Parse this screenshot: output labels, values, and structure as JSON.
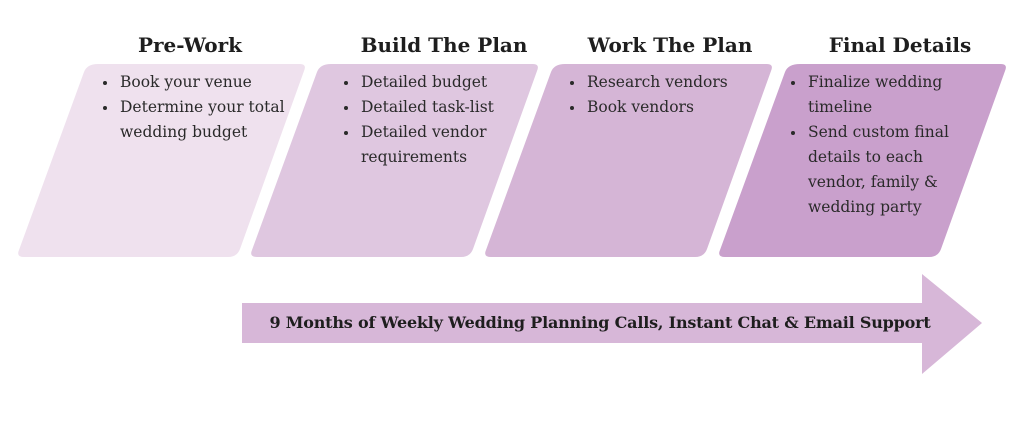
{
  "phases": [
    {
      "title": "Pre-Work",
      "color": "#efe1ee",
      "items": [
        "Book your venue",
        "Determine your total wedding budget"
      ]
    },
    {
      "title": "Build The Plan",
      "color": "#dfc7e0",
      "items": [
        "Detailed budget",
        "Detailed task-list",
        "Detailed vendor requirements"
      ]
    },
    {
      "title": "Work The Plan",
      "color": "#d5b5d6",
      "items": [
        "Research vendors",
        "Book vendors"
      ]
    },
    {
      "title": "Final Details",
      "color": "#c9a0cc",
      "items": [
        "Finalize wedding timeline",
        "Send custom final details to each vendor, family & wedding party"
      ]
    }
  ],
  "timeline_arrow": {
    "label": "9 Months of  Weekly Wedding Planning Calls, Instant Chat & Email Support",
    "color": "#d7b7d8"
  }
}
